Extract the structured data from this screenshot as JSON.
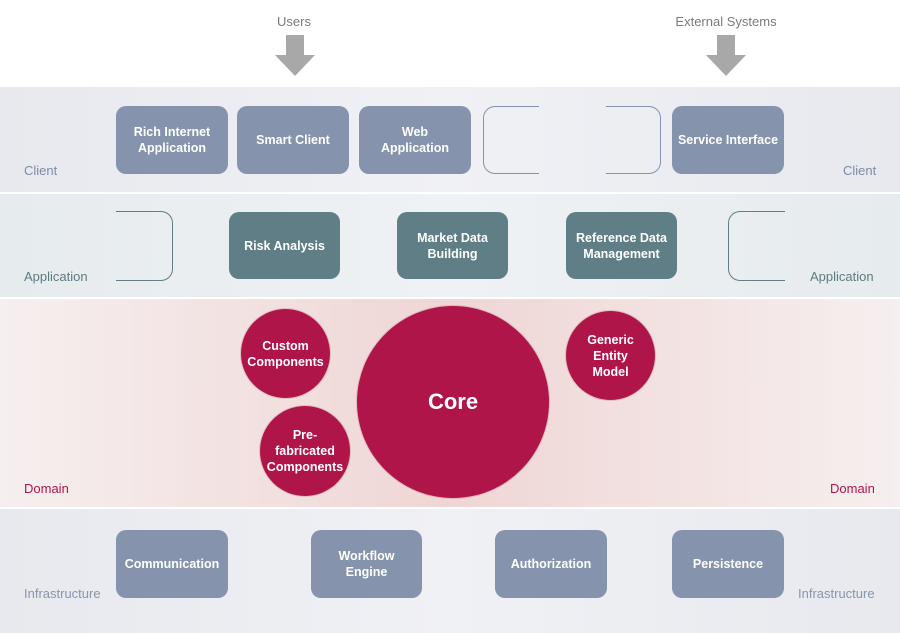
{
  "actors": {
    "users": "Users",
    "external_systems": "External Systems"
  },
  "layers": {
    "client": "Client",
    "application": "Application",
    "domain": "Domain",
    "infrastructure": "Infrastructure"
  },
  "client": {
    "rich_internet_application": "Rich Internet\nApplication",
    "smart_client": "Smart Client",
    "web_application": "Web\nApplication",
    "service_interface": "Service Interface"
  },
  "application": {
    "risk_analysis": "Risk Analysis",
    "market_data_building": "Market Data\nBuilding",
    "reference_data_management": "Reference Data\nManagement"
  },
  "domain": {
    "custom_components": "Custom\nComponents",
    "prefabricated_components": "Pre-\nfabricated\nComponents",
    "core": "Core",
    "generic_entity_model": "Generic\nEntity\nModel"
  },
  "infrastructure": {
    "communication": "Communication",
    "workflow_engine": "Workflow\nEngine",
    "authorization": "Authorization",
    "persistence": "Persistence"
  },
  "colors": {
    "client_box": "#8593ad",
    "application_box": "#5f7e86",
    "domain_circle": "#b0154a",
    "arrow": "#a8a8a8"
  }
}
